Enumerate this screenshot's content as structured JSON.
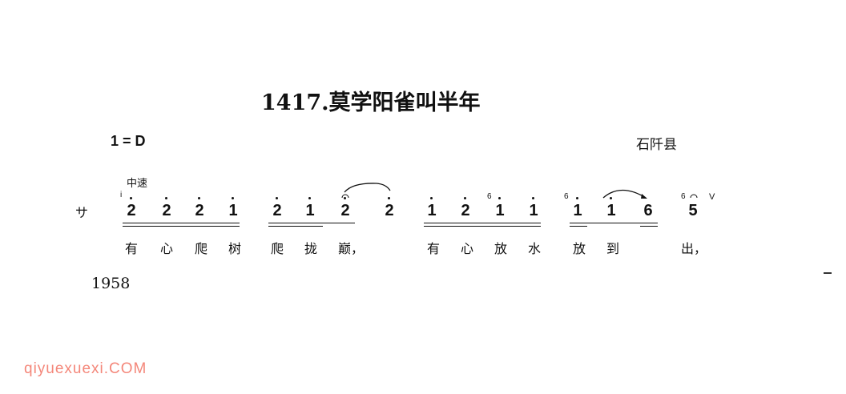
{
  "title": "1417.莫学阳雀叫半年",
  "key": "1 = D",
  "region": "石阡县",
  "tempo": "中速",
  "meter_sign": "サ",
  "notes": [
    "2",
    "2",
    "2",
    "1",
    "2",
    "1",
    "2",
    "2",
    "1",
    "2",
    "1",
    "1",
    "1",
    "1",
    "6",
    "5"
  ],
  "grace_notes": [
    "i",
    "6",
    "6",
    "6"
  ],
  "lyrics": [
    "有",
    "心",
    "爬",
    "树",
    "爬",
    "拢",
    "巅，",
    "有",
    "心",
    "放",
    "水",
    "放",
    "到",
    "出，"
  ],
  "breath_mark": "V",
  "year": "1958",
  "watermark": "qiyuexuexi.COM"
}
